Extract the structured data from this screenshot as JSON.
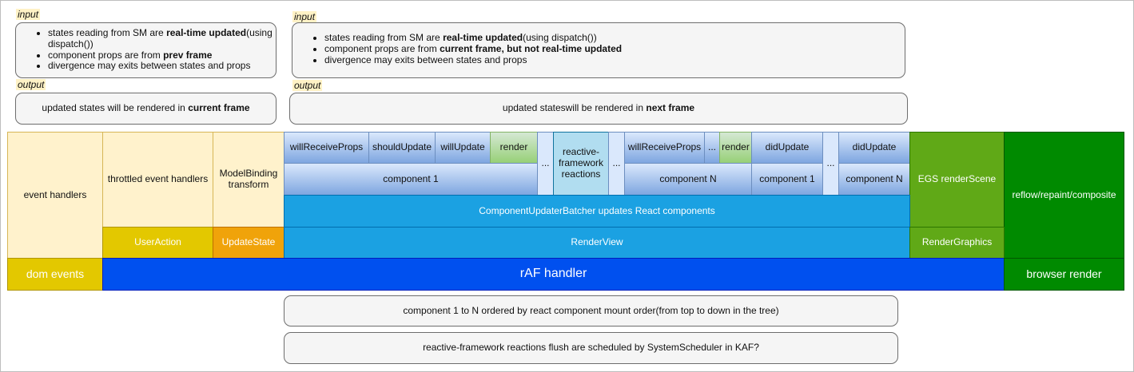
{
  "notes": {
    "left_input_tag": "input",
    "left_output_tag": "output",
    "left_input": [
      {
        "pre": "states reading from SM are ",
        "bold": "real-time updated",
        "post": "(using dispatch())"
      },
      {
        "pre": "component props are from ",
        "bold": "prev frame",
        "post": ""
      },
      {
        "pre": "divergence may exits between states and props",
        "bold": "",
        "post": ""
      }
    ],
    "left_output": {
      "pre": "updated states will be rendered in ",
      "bold": "current frame"
    },
    "right_input_tag": "input",
    "right_output_tag": "output",
    "right_input": [
      {
        "pre": "states reading from SM are ",
        "bold": "real-time updated",
        "post": "(using dispatch())"
      },
      {
        "pre": "component props are from ",
        "bold": "current frame, but not real-time updated",
        "post": ""
      },
      {
        "pre": "divergence may exits between states and props",
        "bold": "",
        "post": ""
      }
    ],
    "right_output": {
      "pre": "updated stateswill be rendered in ",
      "bold": "next frame"
    }
  },
  "diagram": {
    "event_handlers": "event handlers",
    "throttled_event_handlers": "throttled event handlers",
    "modelbinding_transform": "ModelBinding transform",
    "will_receive_props_1": "willReceiveProps",
    "should_update": "shouldUpdate",
    "will_update": "willUpdate",
    "render_1": "render",
    "ellipsis": "...",
    "reactive_framework_reactions": "reactive-framework reactions",
    "will_receive_props_n": "willReceiveProps",
    "render_n": "render",
    "did_update_1": "didUpdate",
    "did_update_n": "didUpdate",
    "component_1": "component 1",
    "component_n": "component N",
    "egs_render_scene": "EGS renderScene",
    "reflow": "reflow/repaint/composite",
    "component_updater_batcher": "ComponentUpdaterBatcher updates React components",
    "user_action": "UserAction",
    "update_state": "UpdateState",
    "render_view": "RenderView",
    "render_graphics": "RenderGraphics",
    "dom_events": "dom events",
    "raf_handler": "rAF handler",
    "browser_render": "browser render"
  },
  "footnotes": {
    "mount_order": "component 1 to N ordered by react component mount order(from top to down in the tree)",
    "reactions_flush": "reactive-framework reactions flush are scheduled by SystemScheduler in KAF?"
  },
  "colors": {
    "ivory": "#fff2cc",
    "yellow": "#e3c800",
    "orange": "#f0a30a",
    "cyan": "#1ba1e2",
    "blue": "#0050ef",
    "light_green": "#60a917",
    "dark_green": "#008a00",
    "pale_blue": "#dae8fc"
  }
}
